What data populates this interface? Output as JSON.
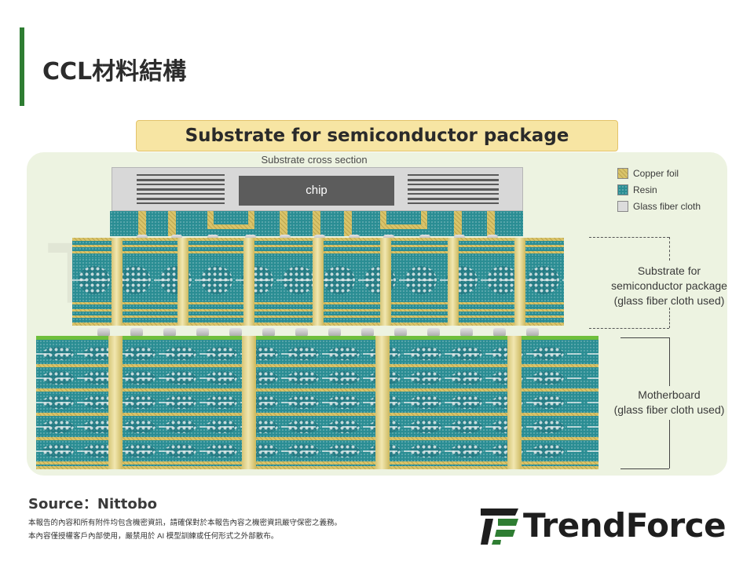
{
  "header": {
    "title": "CCL材料結構"
  },
  "diagram": {
    "banner": "Substrate for semiconductor package",
    "cross_section_label": "Substrate cross section",
    "chip_label": "chip",
    "legend": [
      {
        "label": "Copper foil",
        "color": "#d9c46a"
      },
      {
        "label": "Resin",
        "color": "#2a8d93"
      },
      {
        "label": "Glass fiber cloth",
        "color": "#dcdcdc"
      }
    ],
    "package_label": [
      "Substrate for",
      "semiconductor package",
      "(glass fiber cloth used)"
    ],
    "motherboard_label": [
      "Motherboard",
      "(glass fiber cloth used)"
    ]
  },
  "footer": {
    "source": "Source：Nittobo",
    "disclaimer_1": "本報告的內容和所有附件均包含機密資訊，請確保對於本報告內容之機密資訊嚴守保密之義務。",
    "disclaimer_2": "本內容僅授權客戶內部使用，嚴禁用於 AI 模型訓練或任何形式之外部散布。",
    "logo": "TrendForce"
  },
  "colors": {
    "accent": "#2e7d32",
    "resin": "#2a8d93",
    "copper": "#d9c46a",
    "panel": "#edf3e1",
    "banner": "#f7e5a3"
  }
}
